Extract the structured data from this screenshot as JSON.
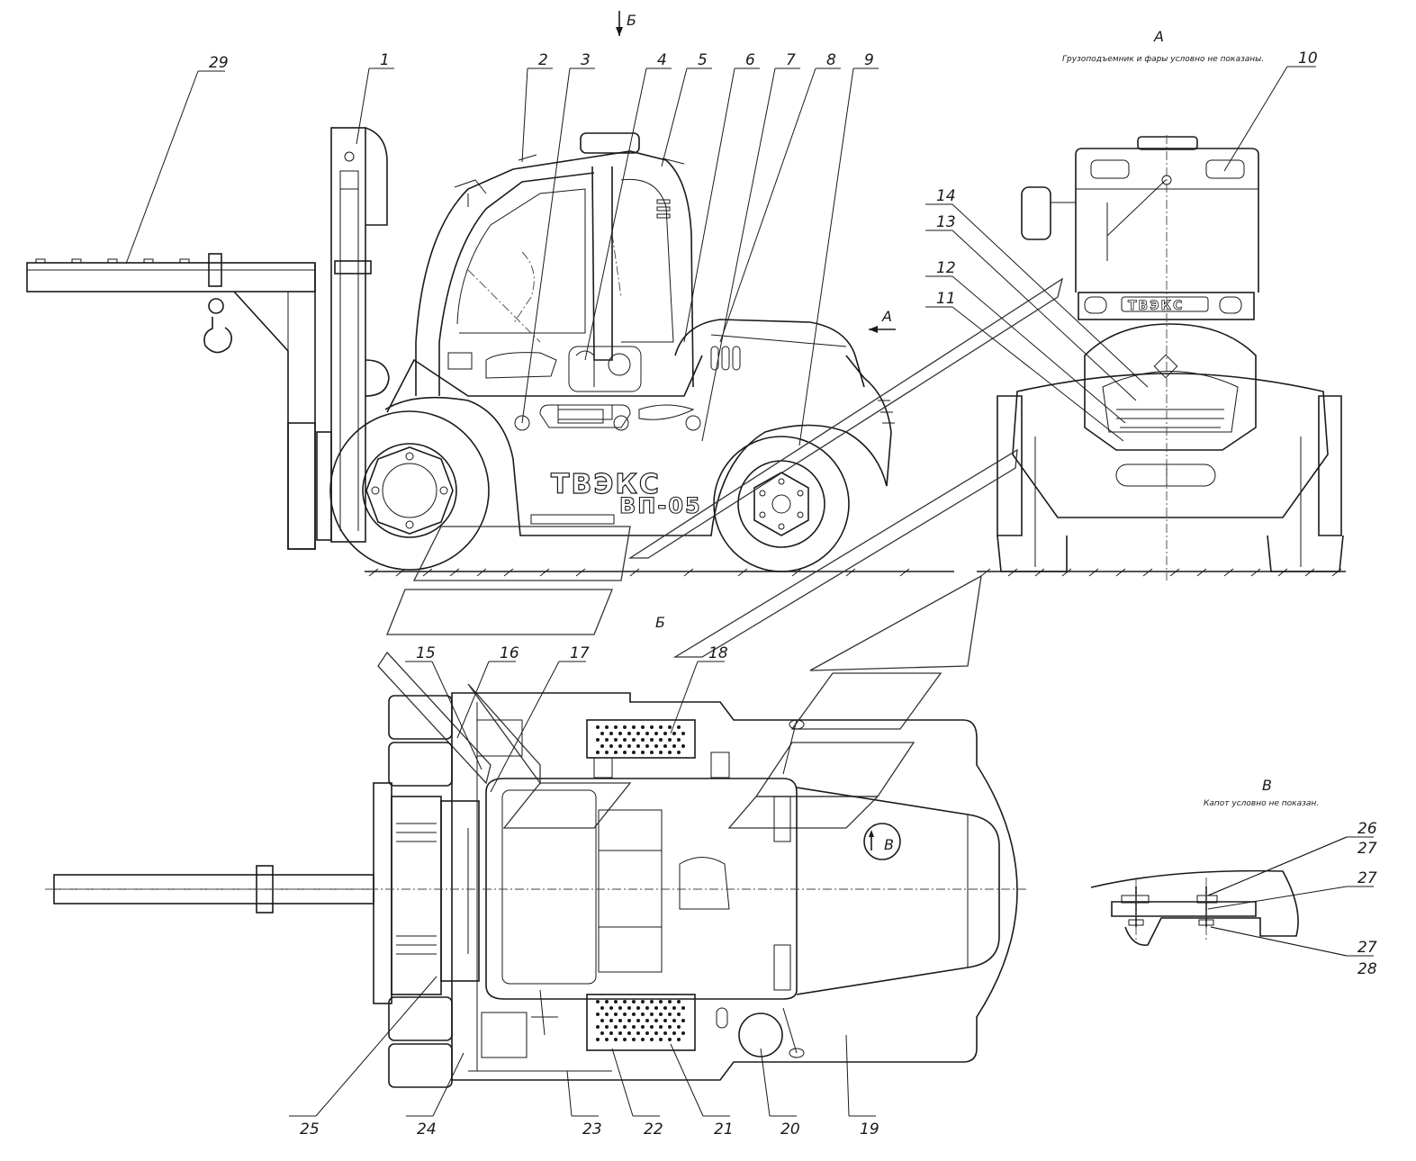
{
  "view_labels": {
    "top_arrow": "Б",
    "front_view": "А",
    "front_arrow": "А",
    "top_view": "Б",
    "detail_view": "В",
    "detail_marker": "В"
  },
  "notes": {
    "front_view": "Грузоподъемник и фары условно не показаны.",
    "detail_view": "Капот условно не показан."
  },
  "branding": {
    "brand": "ТВЭКС",
    "model": "ВП-05"
  },
  "callouts": [
    {
      "num": "1"
    },
    {
      "num": "2"
    },
    {
      "num": "3"
    },
    {
      "num": "4"
    },
    {
      "num": "5"
    },
    {
      "num": "6"
    },
    {
      "num": "7"
    },
    {
      "num": "8"
    },
    {
      "num": "9"
    },
    {
      "num": "10"
    },
    {
      "num": "11"
    },
    {
      "num": "12"
    },
    {
      "num": "13"
    },
    {
      "num": "14"
    },
    {
      "num": "15"
    },
    {
      "num": "16"
    },
    {
      "num": "17"
    },
    {
      "num": "18"
    },
    {
      "num": "19"
    },
    {
      "num": "20"
    },
    {
      "num": "21"
    },
    {
      "num": "22"
    },
    {
      "num": "23"
    },
    {
      "num": "24"
    },
    {
      "num": "25"
    },
    {
      "num": "26"
    },
    {
      "num": "27"
    },
    {
      "num": "27"
    },
    {
      "num": "27"
    },
    {
      "num": "28"
    },
    {
      "num": "29"
    }
  ]
}
